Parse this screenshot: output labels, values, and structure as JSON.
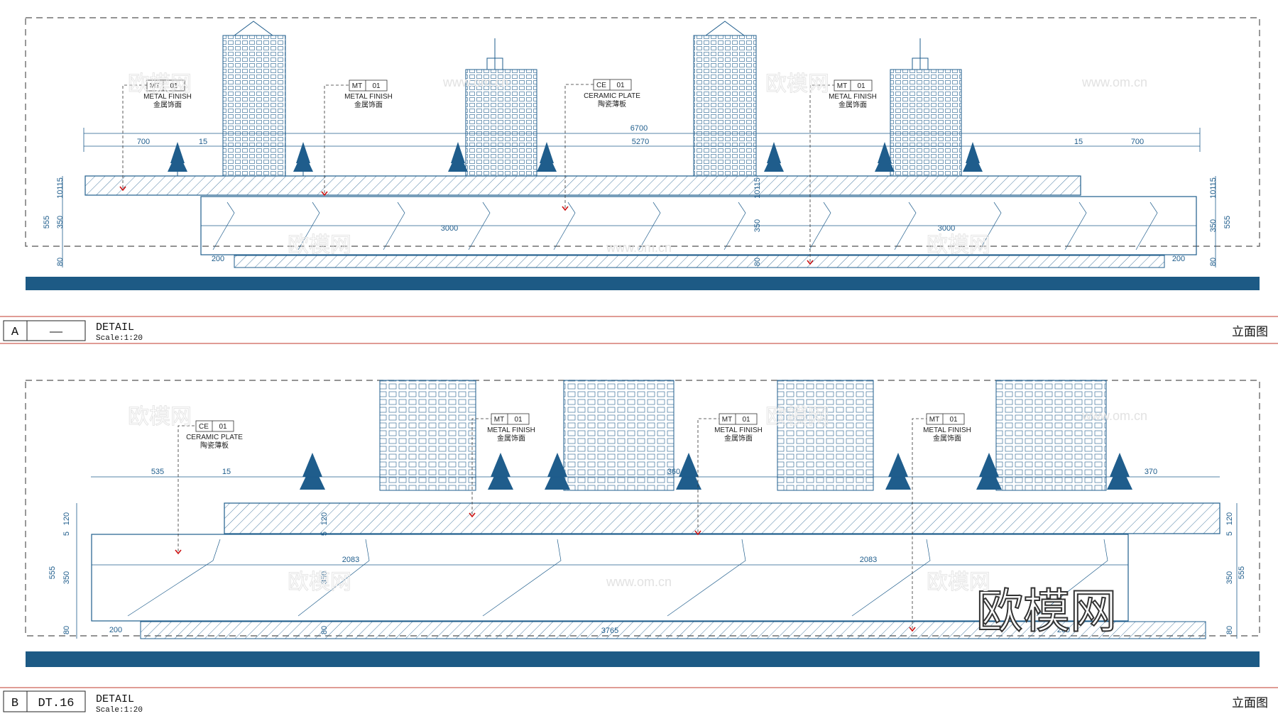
{
  "colors": {
    "line": "#1f5d8c",
    "base_bar": "#1d5a85",
    "leader": "#3a3a3a",
    "arrow": "#cc1111",
    "title_rule": "#c0392b"
  },
  "detail_a": {
    "tag": "A",
    "ref": "——",
    "title": "DETAIL",
    "scale": "Scale:1:20",
    "view": "立面图",
    "callouts": [
      {
        "code": "MT",
        "num": "01",
        "en": "METAL FINISH",
        "cn": "金属饰面"
      },
      {
        "code": "MT",
        "num": "01",
        "en": "METAL FINISH",
        "cn": "金属饰面"
      },
      {
        "code": "CE",
        "num": "01",
        "en": "CERAMIC PLATE",
        "cn": "陶瓷薄板"
      },
      {
        "code": "MT",
        "num": "01",
        "en": "METAL FINISH",
        "cn": "金属饰面"
      }
    ],
    "dims": {
      "overall": "6700",
      "inner": "5270",
      "left": "700",
      "right": "700",
      "gap_l": "15",
      "gap_r": "15",
      "span_l": "3000",
      "span_r": "3000",
      "plinth_l": "200",
      "plinth_r": "200",
      "h_total_l": "555",
      "h_top_l": "10115",
      "h_mid_l": "350",
      "h_base_l": "80",
      "h_total_r": "555",
      "h_top_r": "10115",
      "h_mid_r": "350",
      "h_base_r": "80",
      "h_top_c": "10115",
      "h_mid_c": "350",
      "h_base_c": "80"
    }
  },
  "detail_b": {
    "tag": "B",
    "ref": "DT.16",
    "title": "DETAIL",
    "scale": "Scale:1:20",
    "view": "立面图",
    "callouts": [
      {
        "code": "CE",
        "num": "01",
        "en": "CERAMIC PLATE",
        "cn": "陶瓷薄板"
      },
      {
        "code": "MT",
        "num": "01",
        "en": "METAL FINISH",
        "cn": "金属饰面"
      },
      {
        "code": "MT",
        "num": "01",
        "en": "METAL FINISH",
        "cn": "金属饰面"
      },
      {
        "code": "MT",
        "num": "01",
        "en": "METAL FINISH",
        "cn": "金属饰面"
      }
    ],
    "dims": {
      "left": "535",
      "gap": "15",
      "mid": "360",
      "right": "370",
      "span_l": "2083",
      "span_r": "2083",
      "bottom": "3765",
      "plinth_l": "200",
      "plinth_r": "200",
      "h_top_l": "120",
      "h_gap_l": "5",
      "h_mid_l": "350",
      "h_total_l": "555",
      "h_base_l": "80",
      "h_top_r": "120",
      "h_gap_r": "5",
      "h_mid_r": "350",
      "h_total_r": "555",
      "h_base_r": "80",
      "h_top_c": "120",
      "h_gap_c": "5",
      "h_mid_c": "350",
      "h_base_c": "80"
    }
  },
  "watermark": {
    "logo_text": "欧模网",
    "url_text": "www.om.cn"
  }
}
